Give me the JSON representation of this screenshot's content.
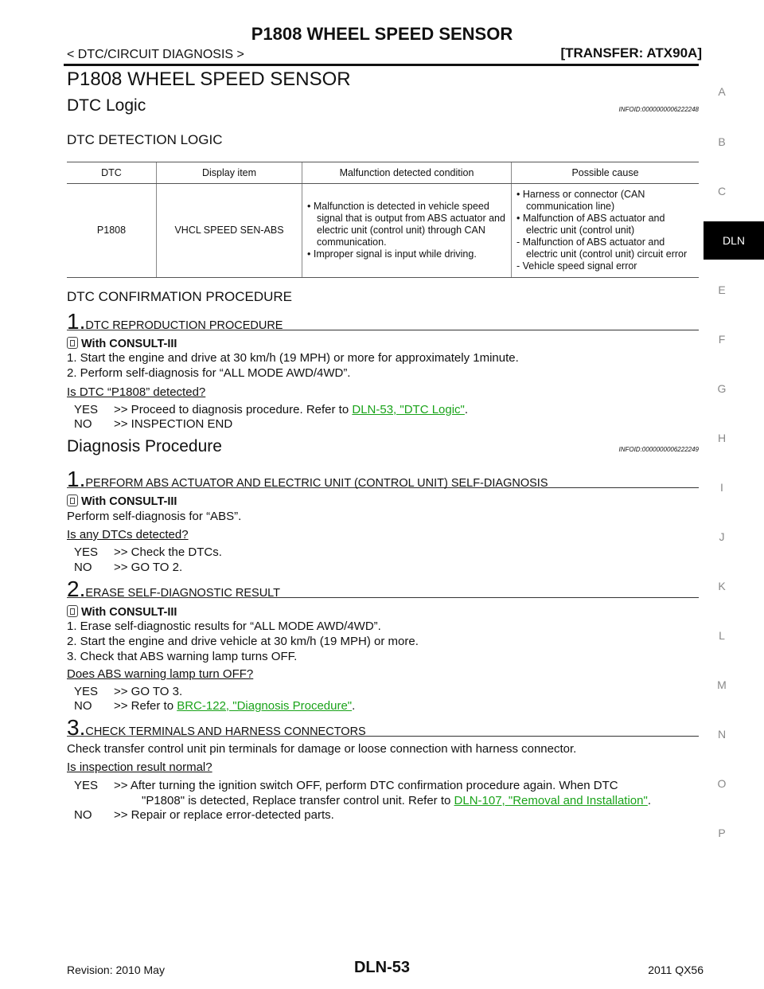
{
  "header": {
    "title": "P1808 WHEEL SPEED SENSOR",
    "left": "< DTC/CIRCUIT DIAGNOSIS >",
    "right": "[TRANSFER: ATX90A]"
  },
  "section_title": "P1808 WHEEL SPEED SENSOR",
  "dtc_logic": {
    "title": "DTC Logic",
    "infoid": "INFOID:0000000006222248",
    "detection_title": "DTC DETECTION LOGIC",
    "table": {
      "headers": [
        "DTC",
        "Display item",
        "Malfunction detected condition",
        "Possible cause"
      ],
      "dtc": "P1808",
      "display_item": "VHCL SPEED SEN-ABS",
      "conditions": [
        "• Malfunction is detected in vehicle speed signal that is output from ABS actuator and electric unit (control unit) through CAN communication.",
        "• Improper signal is input while driving."
      ],
      "causes": [
        "• Harness or connector (CAN communication line)",
        "• Malfunction of ABS actuator and electric unit (control unit)",
        "- Malfunction of ABS actuator and electric unit (control unit) circuit error",
        "- Vehicle speed signal error"
      ]
    },
    "confirmation_title": "DTC CONFIRMATION PROCEDURE",
    "step1": {
      "num": "1.",
      "title": "DTC REPRODUCTION PROCEDURE",
      "consult": "With CONSULT-III",
      "lines": [
        "1. Start the engine and drive at 30 km/h (19 MPH) or more for approximately 1minute.",
        "2. Perform self-diagnosis for “ALL MODE AWD/4WD”."
      ],
      "question": "Is DTC “P1808” detected?",
      "yes_key": "YES",
      "yes_text": ">> Proceed to diagnosis procedure. Refer to ",
      "yes_link": "DLN-53, \"DTC Logic\"",
      "no_key": "NO",
      "no_text": ">> INSPECTION END"
    }
  },
  "diagnosis": {
    "title": "Diagnosis Procedure",
    "infoid": "INFOID:0000000006222249",
    "step1": {
      "num": "1.",
      "title": "PERFORM ABS ACTUATOR AND ELECTRIC UNIT (CONTROL UNIT) SELF-DIAGNOSIS",
      "consult": "With CONSULT-III",
      "line": "Perform self-diagnosis for “ABS”.",
      "question": "Is any DTCs detected?",
      "yes_key": "YES",
      "yes_text": ">> Check the DTCs.",
      "no_key": "NO",
      "no_text": ">> GO TO 2."
    },
    "step2": {
      "num": "2.",
      "title": "ERASE SELF-DIAGNOSTIC RESULT",
      "consult": "With CONSULT-III",
      "lines": [
        "1. Erase self-diagnostic results for “ALL MODE AWD/4WD”.",
        "2. Start the engine and drive vehicle at 30 km/h (19 MPH) or more.",
        "3. Check that ABS warning lamp turns OFF."
      ],
      "question": "Does ABS warning lamp turn OFF?",
      "yes_key": "YES",
      "yes_text": ">> GO TO 3.",
      "no_key": "NO",
      "no_text": ">> Refer to ",
      "no_link": "BRC-122, \"Diagnosis Procedure\""
    },
    "step3": {
      "num": "3.",
      "title": "CHECK TERMINALS AND HARNESS CONNECTORS",
      "line": "Check transfer control unit pin terminals for damage or loose connection with harness connector.",
      "question": "Is inspection result normal?",
      "yes_key": "YES",
      "yes_text_1": ">> After turning the ignition switch OFF, perform DTC confirmation procedure again. When DTC",
      "yes_text_2": "\"P1808\" is detected, Replace transfer control unit. Refer to ",
      "yes_link": "DLN-107, \"Removal and Installation\"",
      "no_key": "NO",
      "no_text": ">> Repair or replace error-detected parts."
    }
  },
  "side_index": [
    "A",
    "B",
    "C",
    "DLN",
    "E",
    "F",
    "G",
    "H",
    "I",
    "J",
    "K",
    "L",
    "M",
    "N",
    "O",
    "P"
  ],
  "footer": {
    "left": "Revision: 2010 May",
    "center": "DLN-53",
    "right": "2011 QX56"
  }
}
